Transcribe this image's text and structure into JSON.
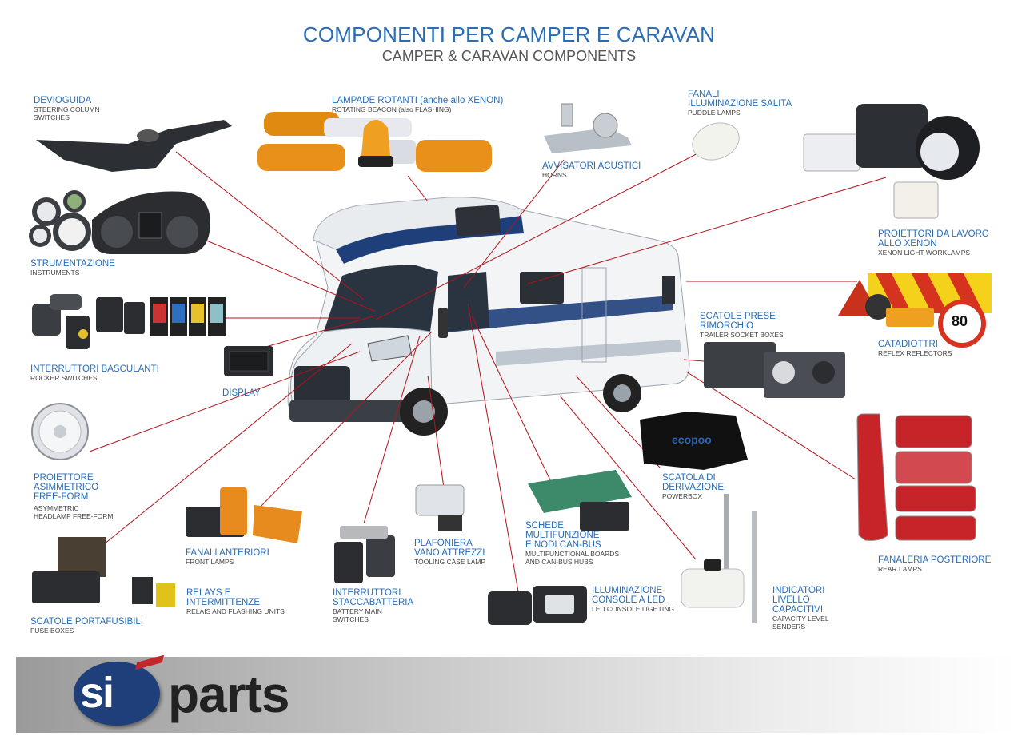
{
  "header": {
    "title": "COMPONENTI PER CAMPER E CARAVAN",
    "subtitle": "CAMPER & CARAVAN COMPONENTS"
  },
  "labels": {
    "devioguida": {
      "it": "DEVIOGUIDA",
      "en1": "STEERING COLUMN",
      "en2": "SWITCHES"
    },
    "lampade": {
      "it": "LAMPADE ROTANTI (anche allo XENON)",
      "en1": "ROTATING BEACON (also FLASHING)"
    },
    "avvisatori": {
      "it": "AVVISATORI ACUSTICI",
      "en1": "HORNS"
    },
    "fanali_salita": {
      "it1": "FANALI",
      "it2": "ILLUMINAZIONE SALITA",
      "en1": "PUDDLE LAMPS"
    },
    "proiettori_lavoro": {
      "it1": "PROIETTORI DA LAVORO",
      "it2": "ALLO XENON",
      "en1": "XENON LIGHT WORKLAMPS"
    },
    "strumentazione": {
      "it": "STRUMENTAZIONE",
      "en1": "INSTRUMENTS"
    },
    "interruttori_basculanti": {
      "it": "INTERRUTTORI BASCULANTI",
      "en1": "ROCKER SWITCHES"
    },
    "display": {
      "it": "DISPLAY"
    },
    "scatole_prese": {
      "it1": "SCATOLE PRESE",
      "it2": "RIMORCHIO",
      "en1": "TRAILER SOCKET BOXES"
    },
    "catadiottri": {
      "it": "CATADIOTTRI",
      "en1": "REFLEX REFLECTORS"
    },
    "proiettore": {
      "it1": "PROIETTORE",
      "it2": "ASIMMETRICO",
      "it3": "FREE-FORM",
      "en1": "ASYMMETRIC",
      "en2": "HEADLAMP FREE-FORM"
    },
    "scatola_derivazione": {
      "it1": "SCATOLA DI",
      "it2": "DERIVAZIONE",
      "en1": "POWERBOX"
    },
    "fanaleria": {
      "it": "FANALERIA POSTERIORE",
      "en1": "REAR LAMPS"
    },
    "fanali_anteriori": {
      "it": "FANALI ANTERIORI",
      "en1": "FRONT LAMPS"
    },
    "plafoniera": {
      "it1": "PLAFONIERA",
      "it2": "VANO ATTREZZI",
      "en1": "TOOLING CASE LAMP"
    },
    "schede": {
      "it1": "SCHEDE",
      "it2": "MULTIFUNZIONE",
      "it3": "E NODI CAN-BUS",
      "en1": "MULTIFUNCTIONAL BOARDS",
      "en2": "AND CAN-BUS HUBS"
    },
    "relays": {
      "it1": "RELAYS E",
      "it2": "INTERMITTENZE",
      "en1": "RELAIS AND FLASHING UNITS"
    },
    "interruttori_stacca": {
      "it1": "INTERRUTTORI",
      "it2": "STACCABATTERIA",
      "en1": "BATTERY MAIN",
      "en2": "SWITCHES"
    },
    "illuminazione_console": {
      "it1": "ILLUMINAZIONE",
      "it2": "CONSOLE A LED",
      "en1": "LED CONSOLE LIGHTING"
    },
    "indicatori": {
      "it1": "INDICATORI",
      "it2": "LIVELLO",
      "it3": "CAPACITIVI",
      "en1": "CAPACITY LEVEL",
      "en2": "SENDERS"
    },
    "scatole_portafusibili": {
      "it": "SCATOLE PORTAFUSIBILI",
      "en1": "FUSE BOXES"
    }
  },
  "products": {
    "speed_sign": "80",
    "powerbox_brand": "ecopoo"
  },
  "logo": {
    "si": "si",
    "parts": "parts"
  },
  "colors": {
    "label_blue": "#2a6db5",
    "leader_red": "#b3121a",
    "logo_navy": "#1e3f7a",
    "logo_red": "#c1272d"
  }
}
